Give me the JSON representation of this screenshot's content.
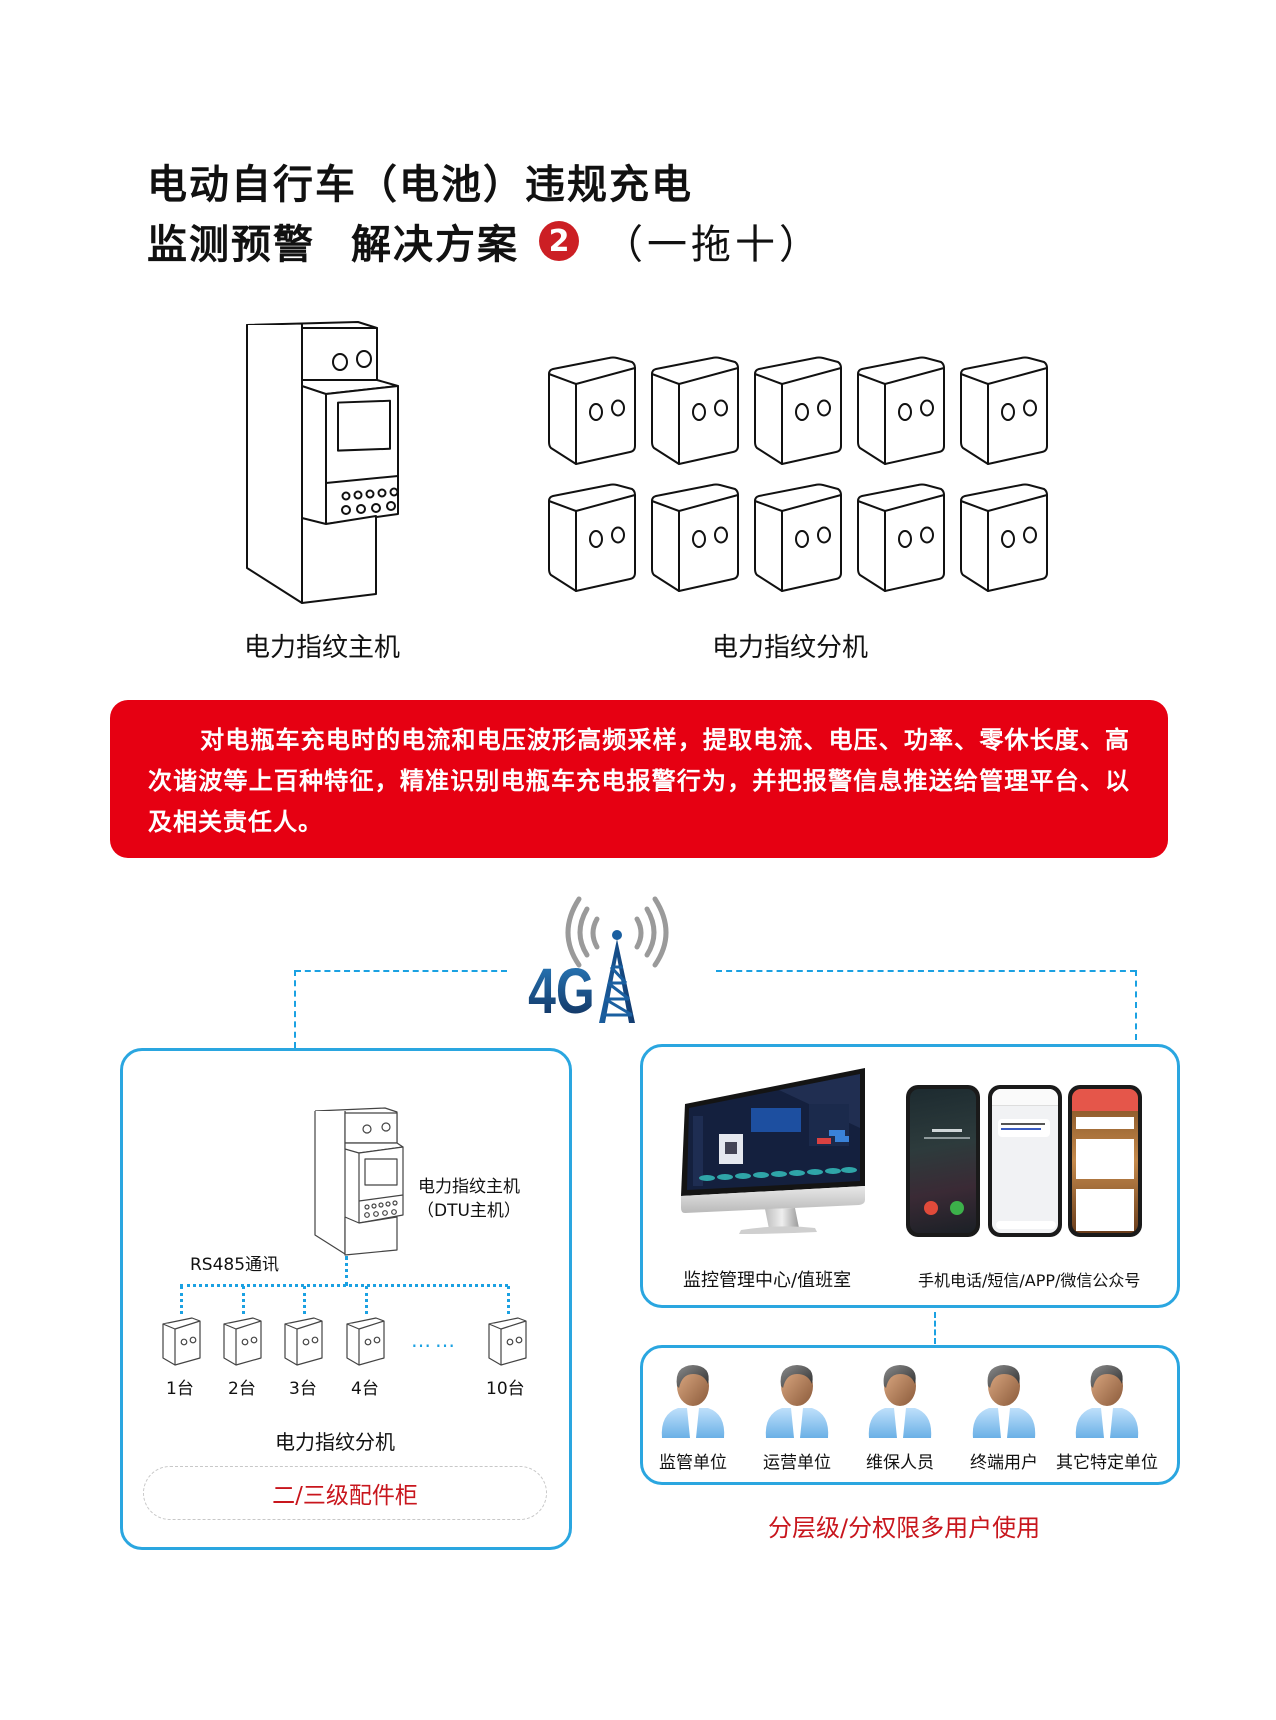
{
  "title": {
    "line1": "电动自行车（电池）违规充电",
    "line2_part1": "监测预警",
    "line2_part2": "解决方案",
    "solution_number": "2",
    "line2_suffix": "（一拖十）"
  },
  "devices": {
    "host_label": "电力指纹主机",
    "sub_label": "电力指纹分机",
    "sub_unit_count": 10
  },
  "description": {
    "text": "对电瓶车充电时的电流和电压波形高频采样，提取电流、电压、功率、零休长度、高次谐波等上百种特征，精准识别电瓶车充电报警行为，并把报警信息推送给管理平台、以及相关责任人。"
  },
  "network": {
    "label": "4G",
    "icon": "cell-tower-icon"
  },
  "left_panel": {
    "host_label_line1": "电力指纹主机",
    "host_label_line2": "（DTU主机）",
    "bus_label": "RS485通讯",
    "units": [
      {
        "label": "1台"
      },
      {
        "label": "2台"
      },
      {
        "label": "3台"
      },
      {
        "label": "4台"
      },
      {
        "label": "10台"
      }
    ],
    "ellipsis": "……",
    "sub_label": "电力指纹分机",
    "cabinet_label": "二/三级配件柜"
  },
  "right_panel": {
    "monitor_label": "监控管理中心/值班室",
    "mobile_label": "手机电话/短信/APP/微信公众号"
  },
  "users": {
    "items": [
      {
        "label": "监管单位"
      },
      {
        "label": "运营单位"
      },
      {
        "label": "维保人员"
      },
      {
        "label": "终端用户"
      },
      {
        "label": "其它特定单位"
      }
    ],
    "caption": "分层级/分权限多用户使用"
  },
  "colors": {
    "accent_red": "#e60012",
    "caption_red": "#c8161d",
    "line_blue": "#2aa6e0",
    "badge_red": "#cc1f24"
  }
}
